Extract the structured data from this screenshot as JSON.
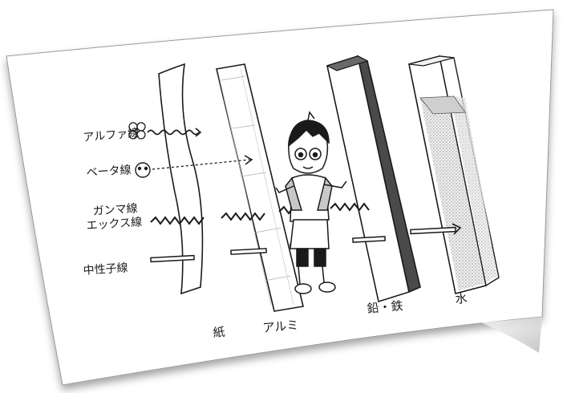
{
  "diagram": {
    "radiation_labels": {
      "alpha": "アルファ線",
      "beta": "ベータ線",
      "gamma_line1": "ガンマ線",
      "gamma_line2": "エックス線",
      "neutron": "中性子線"
    },
    "shield_labels": {
      "paper": "紙",
      "aluminum": "アルミ",
      "lead_iron": "鉛・鉄",
      "water": "水"
    }
  },
  "colors": {
    "ink": "#1a1a1a",
    "photo_paper": "#ffffff",
    "lead_dark": "#4a4a4a",
    "water_fill": "#d8d8d8"
  }
}
